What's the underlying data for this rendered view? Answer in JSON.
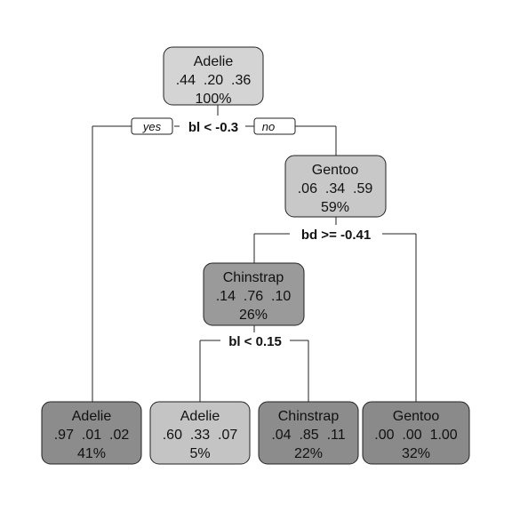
{
  "tree": {
    "nodes": [
      {
        "id": "root",
        "label": "Adelie",
        "probs": ".44  .20  .36",
        "pct": "100%",
        "fill": "#d4d4d4"
      },
      {
        "id": "n-right",
        "label": "Gentoo",
        "probs": ".06  .34  .59",
        "pct": "59%",
        "fill": "#c8c8c8"
      },
      {
        "id": "n-mid",
        "label": "Chinstrap",
        "probs": ".14  .76  .10",
        "pct": "26%",
        "fill": "#9a9a9a"
      },
      {
        "id": "leaf1",
        "label": "Adelie",
        "probs": ".97  .01  .02",
        "pct": "41%",
        "fill": "#8c8c8c"
      },
      {
        "id": "leaf2",
        "label": "Adelie",
        "probs": ".60  .33  .07",
        "pct": "5%",
        "fill": "#c4c4c4"
      },
      {
        "id": "leaf3",
        "label": "Chinstrap",
        "probs": ".04  .85  .11",
        "pct": "22%",
        "fill": "#8c8c8c"
      },
      {
        "id": "leaf4",
        "label": "Gentoo",
        "probs": ".00  .00  1.00",
        "pct": "32%",
        "fill": "#8a8a8a"
      }
    ],
    "splits": [
      {
        "id": "split-root",
        "label": "bl < -0.3"
      },
      {
        "id": "split-right",
        "label": "bd >= -0.41"
      },
      {
        "id": "split-mid",
        "label": "bl < 0.15"
      }
    ],
    "yes_label": "yes",
    "no_label": "no"
  }
}
